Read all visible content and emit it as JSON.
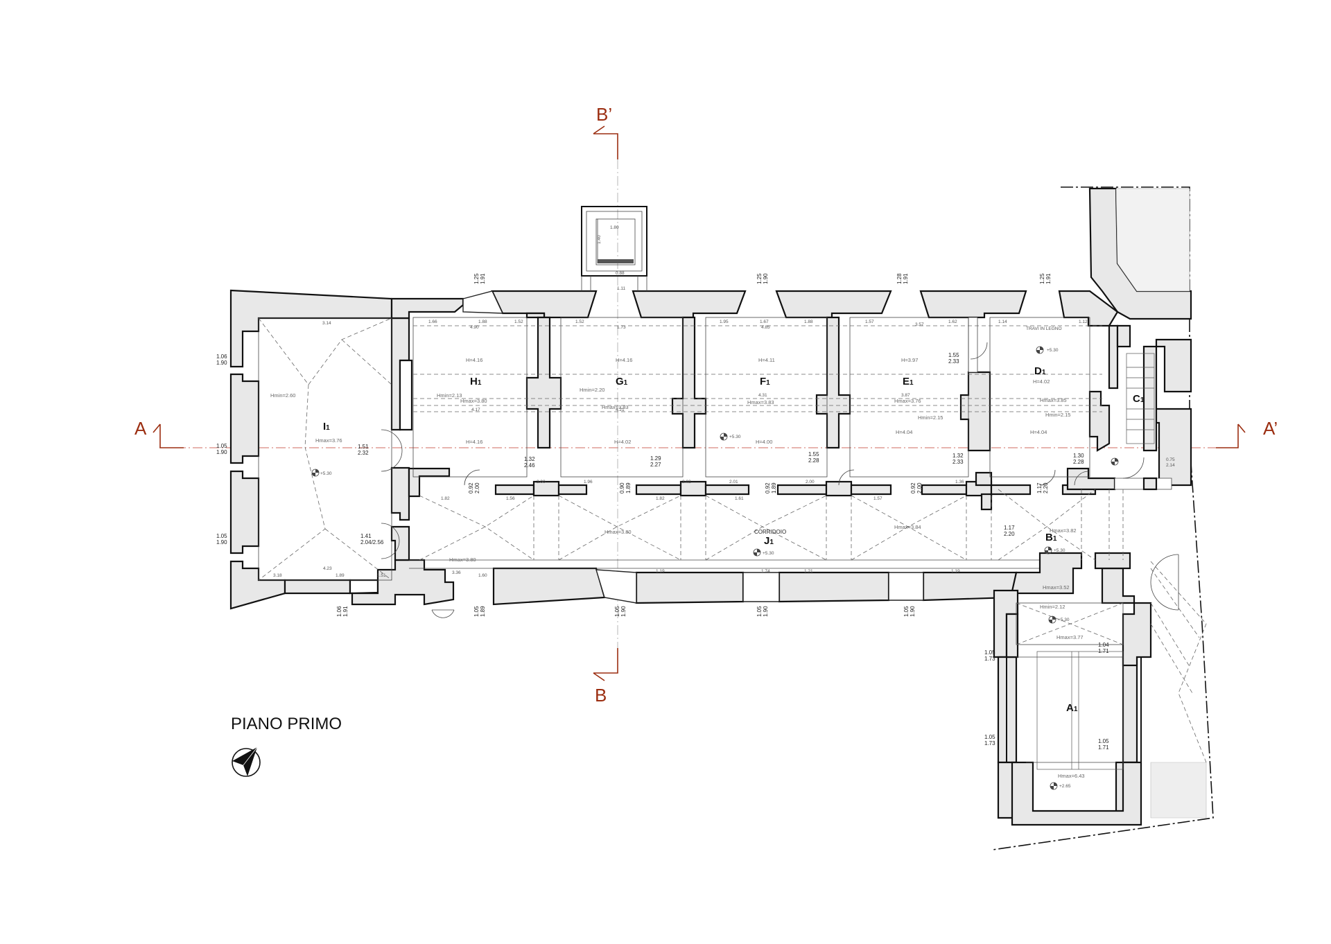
{
  "drawing": {
    "title": "PIANO PRIMO",
    "icons": {
      "north": "north-arrow-icon",
      "level": "level-marker-icon"
    }
  },
  "section_markers": {
    "a_left": "A",
    "a_right": "A’",
    "b_top": "B’",
    "b_bottom": "B"
  },
  "rooms": [
    {
      "id": "I1",
      "letter": "I",
      "num": "1",
      "h_note": "Hmax=3.76",
      "level": "+5.30",
      "extra_note": "Hmin=2.60"
    },
    {
      "id": "H1",
      "letter": "H",
      "num": "1",
      "h_note": "H=4.16",
      "h_note2": "Hmin=2.13",
      "h_note3": "Hmax=3.80"
    },
    {
      "id": "G1",
      "letter": "G",
      "num": "1",
      "h_note": "H=4.16",
      "h_note2": "Hmin=2.20",
      "h_note3": "Hmax=3.83"
    },
    {
      "id": "F1",
      "letter": "F",
      "num": "1",
      "h_note": "H=4.11",
      "h_note2": "Hmax=3.83",
      "level": "+5.30"
    },
    {
      "id": "E1",
      "letter": "E",
      "num": "1",
      "h_note": "H=3.97",
      "h_note2": "Hmax=3.76",
      "h_note3": "Hmin=2.15"
    },
    {
      "id": "D1",
      "letter": "D",
      "num": "1",
      "h_note": "H=4.02",
      "h_note2": "Hmax=3.85",
      "h_note3": "Hmin=2.15",
      "level": "+5.30",
      "label_top": "TRAVI IN LEGNO"
    },
    {
      "id": "C1",
      "letter": "C",
      "num": "1"
    },
    {
      "id": "B1",
      "letter": "B",
      "num": "1",
      "h_note": "Hmax=3.82",
      "level": "+5.30"
    },
    {
      "id": "A1",
      "letter": "A",
      "num": "1",
      "h_note": "Hmax=3.77",
      "h_note2": "Hmax=6.43",
      "level": "+2.65",
      "level2": "+5.30"
    },
    {
      "id": "J1",
      "letter": "J",
      "num": "1",
      "caption": "CORRIDOIO",
      "level": "+5.30"
    }
  ],
  "row_notes": {
    "h1_low": "H=4.16",
    "g1_low": "H=4.02",
    "f1_low": "H=4.00",
    "e1_low": "H=4.04",
    "d1_low": "H=4.04",
    "corr_h": "Hmax=3.80",
    "corr_h2": "Hmax=3.84",
    "corr_h3": "Hmax=3.80",
    "b_hmax": "Hmax=3.52",
    "b_hmin": "Hmin=2.12"
  },
  "openings": [
    {
      "id": "win-n-1",
      "w": "1.25",
      "h": "1.91"
    },
    {
      "id": "win-n-2",
      "w": "1.25",
      "h": "1.90"
    },
    {
      "id": "win-n-3",
      "w": "1.28",
      "h": "1.91"
    },
    {
      "id": "win-n-4",
      "w": "1.25",
      "h": "1.91"
    },
    {
      "id": "win-w-1",
      "w": "1.06",
      "h": "1.90"
    },
    {
      "id": "win-w-2",
      "w": "1.05",
      "h": "1.90"
    },
    {
      "id": "win-w-3",
      "w": "1.05",
      "h": "1.90"
    },
    {
      "id": "win-s-1",
      "w": "1.06",
      "h": "1.91"
    },
    {
      "id": "win-s-2",
      "w": "1.05",
      "h": "1.89"
    },
    {
      "id": "win-s-3",
      "w": "1.05",
      "h": "1.90"
    },
    {
      "id": "win-s-4",
      "w": "1.05",
      "h": "1.90"
    },
    {
      "id": "win-s-5",
      "w": "1.05",
      "h": "1.90"
    },
    {
      "id": "win-a-1",
      "w": "1.05",
      "h": "1.73"
    },
    {
      "id": "win-a-2",
      "w": "1.04",
      "h": "1.71"
    },
    {
      "id": "win-a-3",
      "w": "1.05",
      "h": "1.73"
    },
    {
      "id": "win-a-4",
      "w": "1.05",
      "h": "1.71"
    }
  ],
  "doors": [
    {
      "id": "door-i1",
      "w": "1.51",
      "h": "2.32"
    },
    {
      "id": "door-i1-s",
      "w": "1.41",
      "h": "2.04/2.56"
    },
    {
      "id": "door-h1",
      "w": "1.32",
      "h": "2.46"
    },
    {
      "id": "door-g1",
      "w": "1.29",
      "h": "2.27"
    },
    {
      "id": "door-f1",
      "w": "1.55",
      "h": "2.28"
    },
    {
      "id": "door-e1",
      "w": "1.32",
      "h": "2.33"
    },
    {
      "id": "door-e1-top",
      "w": "1.55",
      "h": "2.33"
    },
    {
      "id": "door-d1",
      "w": "1.30",
      "h": "2.28"
    },
    {
      "id": "door-c1",
      "w": "0.75",
      "h": "2.14"
    },
    {
      "id": "door-h-corr",
      "w": "0.92",
      "h": "2.00"
    },
    {
      "id": "door-g-corr",
      "w": "0.90",
      "h": "1.89"
    },
    {
      "id": "door-f-corr",
      "w": "0.92",
      "h": "1.89"
    },
    {
      "id": "door-e-corr",
      "w": "0.92",
      "h": "2.00"
    },
    {
      "id": "door-b1",
      "w": "1.17",
      "h": "2.20"
    },
    {
      "id": "door-b1-2",
      "w": "1.17",
      "h": "2.20"
    }
  ],
  "dims_room_top": [
    "3.14",
    "1.66",
    "1.88",
    "1.52",
    "4.90",
    "1.52",
    "1.73",
    "1.95",
    "1.67",
    "1.88",
    "4.85",
    "1.57",
    "1.62",
    "3.57",
    "1.14",
    "1.12"
  ],
  "dims_room_mid": [
    "4.17",
    "4.21",
    "4.31",
    "3.87"
  ],
  "dims_corr": [
    "1.82",
    "1.56",
    "2.00",
    "1.96",
    "1.82",
    "2.02",
    "2.01",
    "1.61",
    "2.00",
    "1.57",
    "1.36"
  ],
  "dims_bottom": [
    "3.18",
    "4.23",
    "1.89",
    "1.51",
    "3.36",
    "1.60",
    "1.19",
    "1.74",
    "1.21",
    "1.19"
  ],
  "stair_lift": {
    "w": "1.80",
    "d": "1.40",
    "lbl": "0.88",
    "lbl2": "1.11"
  }
}
